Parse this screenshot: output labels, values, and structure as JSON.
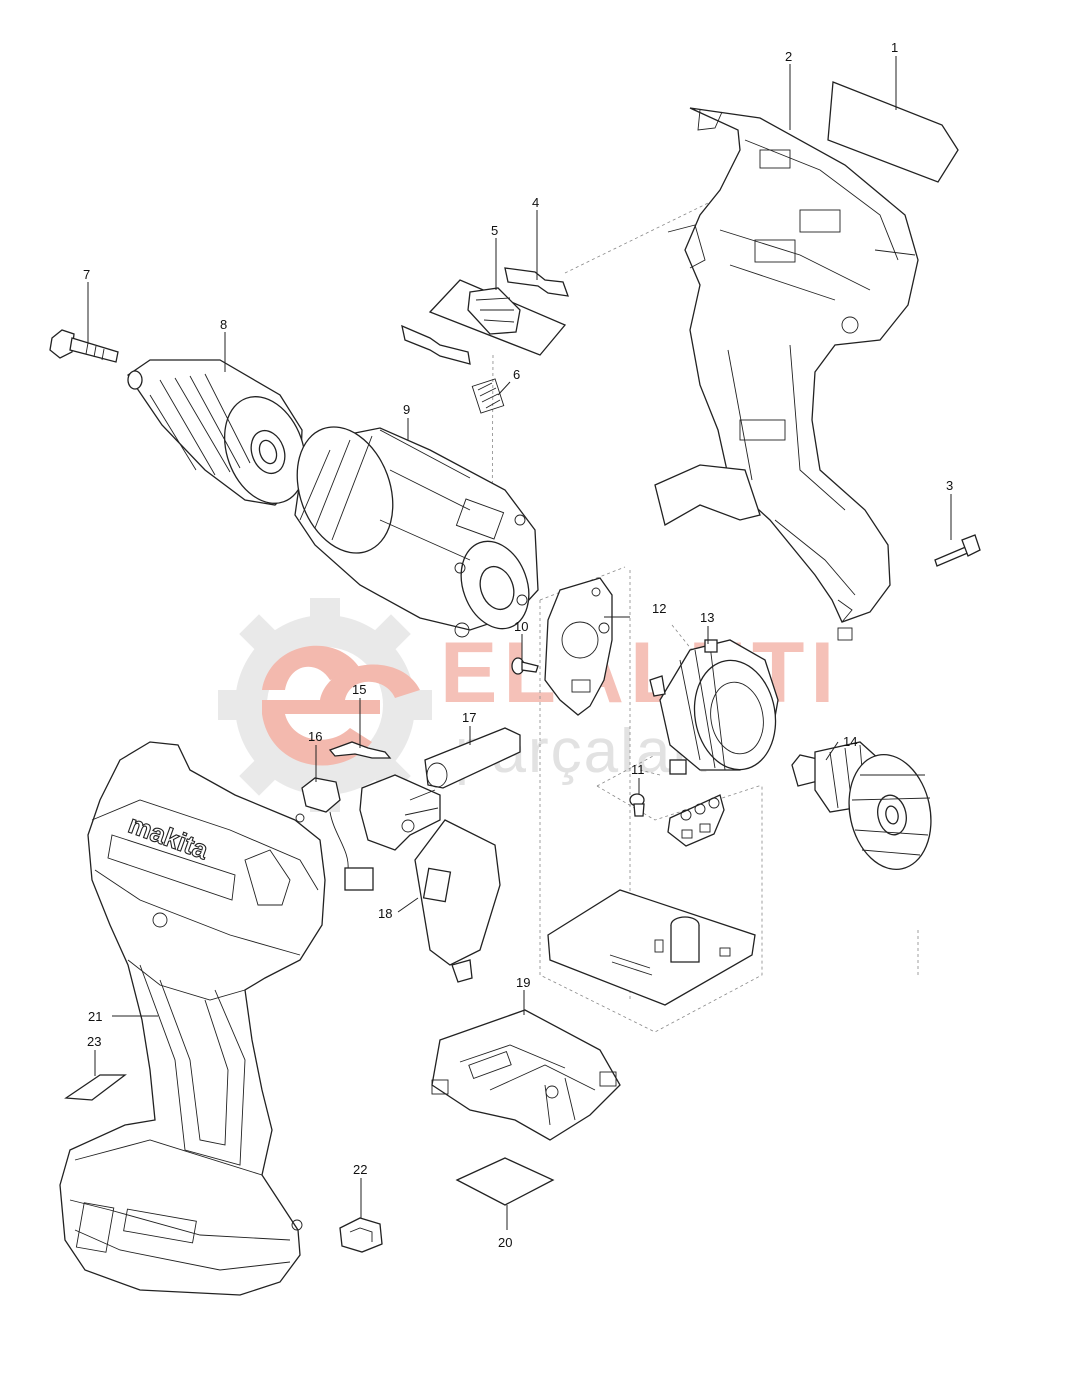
{
  "callouts": [
    {
      "id": "p1",
      "label": "1"
    },
    {
      "id": "p2",
      "label": "2"
    },
    {
      "id": "p3",
      "label": "3"
    },
    {
      "id": "p4",
      "label": "4"
    },
    {
      "id": "p5",
      "label": "5"
    },
    {
      "id": "p6",
      "label": "6"
    },
    {
      "id": "p7",
      "label": "7"
    },
    {
      "id": "p8",
      "label": "8"
    },
    {
      "id": "p9",
      "label": "9"
    },
    {
      "id": "p10",
      "label": "10"
    },
    {
      "id": "p11",
      "label": "11"
    },
    {
      "id": "p12",
      "label": "12"
    },
    {
      "id": "p13",
      "label": "13"
    },
    {
      "id": "p14",
      "label": "14"
    },
    {
      "id": "p15",
      "label": "15"
    },
    {
      "id": "p16",
      "label": "16"
    },
    {
      "id": "p17",
      "label": "17"
    },
    {
      "id": "p18",
      "label": "18"
    },
    {
      "id": "p19",
      "label": "19"
    },
    {
      "id": "p20",
      "label": "20"
    },
    {
      "id": "p21",
      "label": "21"
    },
    {
      "id": "p22",
      "label": "22"
    },
    {
      "id": "p23",
      "label": "23"
    }
  ],
  "watermark": {
    "line1": "ELALETI",
    "line2": "parçaları",
    "red": "#f3b9ae",
    "grey": "#e2e2e2"
  },
  "housing_brand": "makita"
}
